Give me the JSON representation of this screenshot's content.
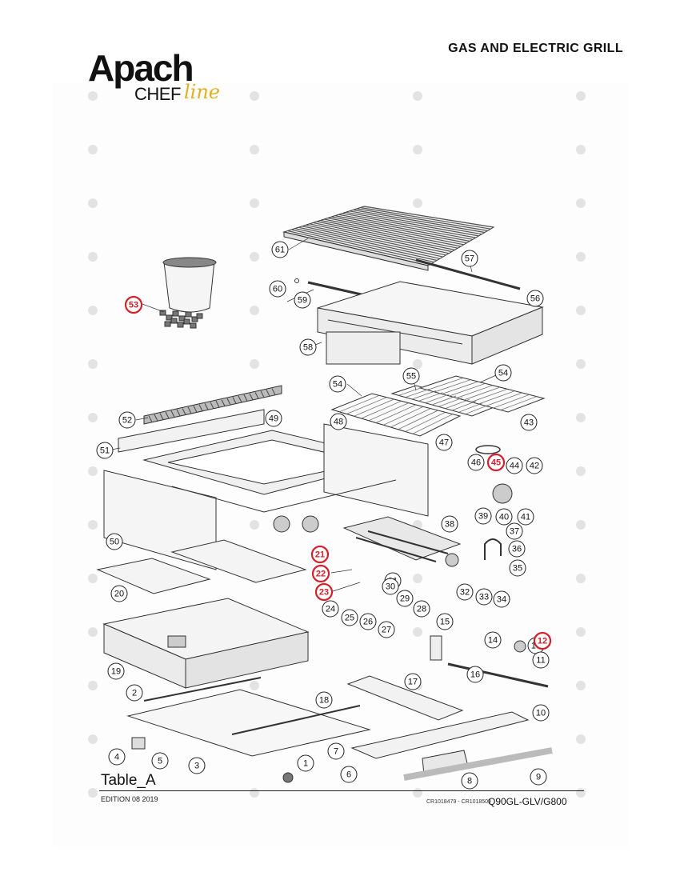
{
  "header": {
    "title": "GAS AND ELECTRIC GRILL"
  },
  "brand": {
    "name": "Apach",
    "sub": "CHEF",
    "script": "line"
  },
  "diagram": {
    "callouts": [
      {
        "label": "61",
        "hl": false
      },
      {
        "label": "57",
        "hl": false
      },
      {
        "label": "60",
        "hl": false
      },
      {
        "label": "59",
        "hl": false
      },
      {
        "label": "56",
        "hl": false
      },
      {
        "label": "58",
        "hl": false
      },
      {
        "label": "53",
        "hl": true
      },
      {
        "label": "54",
        "hl": false
      },
      {
        "label": "55",
        "hl": false
      },
      {
        "label": "54",
        "hl": false
      },
      {
        "label": "52",
        "hl": false
      },
      {
        "label": "49",
        "hl": false
      },
      {
        "label": "48",
        "hl": false
      },
      {
        "label": "43",
        "hl": false
      },
      {
        "label": "51",
        "hl": false
      },
      {
        "label": "47",
        "hl": false
      },
      {
        "label": "46",
        "hl": false
      },
      {
        "label": "45",
        "hl": true
      },
      {
        "label": "44",
        "hl": false
      },
      {
        "label": "42",
        "hl": false
      },
      {
        "label": "39",
        "hl": false
      },
      {
        "label": "40",
        "hl": false
      },
      {
        "label": "41",
        "hl": false
      },
      {
        "label": "38",
        "hl": false
      },
      {
        "label": "37",
        "hl": false
      },
      {
        "label": "50",
        "hl": false
      },
      {
        "label": "36",
        "hl": false
      },
      {
        "label": "21",
        "hl": true
      },
      {
        "label": "22",
        "hl": true
      },
      {
        "label": "31",
        "hl": false
      },
      {
        "label": "35",
        "hl": false
      },
      {
        "label": "20",
        "hl": false
      },
      {
        "label": "23",
        "hl": true
      },
      {
        "label": "30",
        "hl": false
      },
      {
        "label": "32",
        "hl": false
      },
      {
        "label": "33",
        "hl": false
      },
      {
        "label": "34",
        "hl": false
      },
      {
        "label": "29",
        "hl": false
      },
      {
        "label": "24",
        "hl": false
      },
      {
        "label": "28",
        "hl": false
      },
      {
        "label": "25",
        "hl": false
      },
      {
        "label": "26",
        "hl": false
      },
      {
        "label": "27",
        "hl": false
      },
      {
        "label": "15",
        "hl": false
      },
      {
        "label": "13",
        "hl": false
      },
      {
        "label": "14",
        "hl": false
      },
      {
        "label": "12",
        "hl": true
      },
      {
        "label": "11",
        "hl": false
      },
      {
        "label": "19",
        "hl": false
      },
      {
        "label": "16",
        "hl": false
      },
      {
        "label": "17",
        "hl": false
      },
      {
        "label": "2",
        "hl": false
      },
      {
        "label": "18",
        "hl": false
      },
      {
        "label": "10",
        "hl": false
      },
      {
        "label": "4",
        "hl": false
      },
      {
        "label": "5",
        "hl": false
      },
      {
        "label": "3",
        "hl": false
      },
      {
        "label": "7",
        "hl": false
      },
      {
        "label": "1",
        "hl": false
      },
      {
        "label": "6",
        "hl": false
      },
      {
        "label": "8",
        "hl": false
      },
      {
        "label": "9",
        "hl": false
      }
    ]
  },
  "footer": {
    "table_label": "Table_A",
    "edition": "EDITION 08 2019",
    "codes": "CR1018479 - CR1018509",
    "model": "Q90GL-GLV/G800"
  }
}
